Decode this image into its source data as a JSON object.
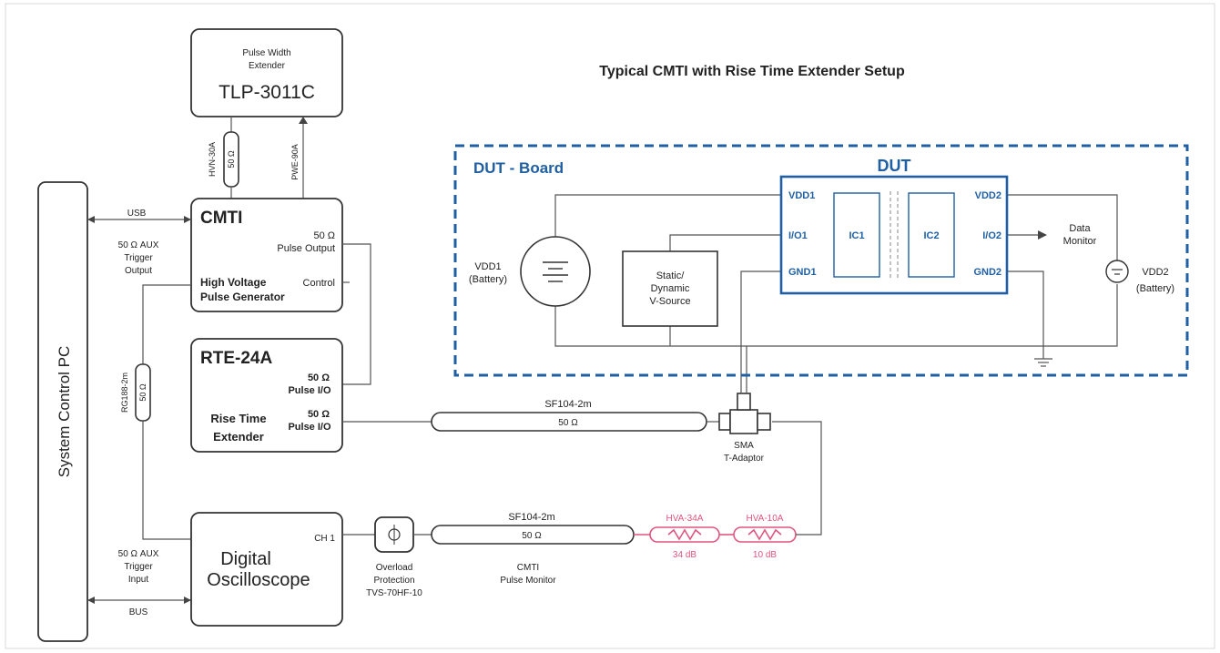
{
  "title": "Typical CMTI with Rise Time Extender Setup",
  "pc": {
    "label": "System Control PC"
  },
  "extender": {
    "line1": "Pulse Width",
    "line2": "Extender",
    "model": "TLP-3011C"
  },
  "cables_top": {
    "left_name": "HVN-30A",
    "left_imp": "50 Ω",
    "right_name": "PWE-90A"
  },
  "cmti": {
    "title": "CMTI",
    "out_ohm": "50 Ω",
    "out_label": "Pulse Output",
    "control": "Control",
    "hv1": "High Voltage",
    "hv2": "Pulse Generator"
  },
  "usb": "USB",
  "aux_out": {
    "l1": "50 Ω AUX",
    "l2": "Trigger",
    "l3": "Output"
  },
  "rg_cable": {
    "name": "RG188-2m",
    "imp": "50 Ω"
  },
  "rte": {
    "title": "RTE-24A",
    "p1_ohm": "50 Ω",
    "p1_label": "Pulse I/O",
    "p2_ohm": "50 Ω",
    "p2_label": "Pulse I/O",
    "rise1": "Rise Time",
    "rise2": "Extender"
  },
  "aux_in": {
    "l1": "50 Ω AUX",
    "l2": "Trigger",
    "l3": "Input"
  },
  "bus": "BUS",
  "scope": {
    "line1": "Digital",
    "line2": "Oscilloscope",
    "ch": "CH 1"
  },
  "overload": {
    "l1": "Overload",
    "l2": "Protection",
    "l3": "TVS-70HF-10"
  },
  "sf_top": {
    "name": "SF104-2m",
    "imp": "50 Ω"
  },
  "sf_bottom": {
    "name": "SF104-2m",
    "imp": "50 Ω",
    "l1": "CMTI",
    "l2": "Pulse Monitor"
  },
  "tadaptor": {
    "l1": "SMA",
    "l2": "T-Adaptor"
  },
  "att1": {
    "name": "HVA-34A",
    "db": "34 dB"
  },
  "att2": {
    "name": "HVA-10A",
    "db": "10 dB"
  },
  "dut_board": "DUT - Board",
  "dut": {
    "title": "DUT",
    "vdd1": "VDD1",
    "io1": "I/O1",
    "gnd1": "GND1",
    "ic1": "IC1",
    "ic2": "IC2",
    "vdd2": "VDD2",
    "io2": "I/O2",
    "gnd2": "GND2"
  },
  "batt1": {
    "l1": "VDD1",
    "l2": "(Battery)"
  },
  "batt2": {
    "l1": "VDD2",
    "l2": "(Battery)"
  },
  "vsource": {
    "l1": "Static/",
    "l2": "Dynamic",
    "l3": "V-Source"
  },
  "monitor": {
    "l1": "Data",
    "l2": "Monitor"
  },
  "colors": {
    "accent_blue": "#1f5fa3",
    "attenuator_pink": "#e0557f"
  }
}
